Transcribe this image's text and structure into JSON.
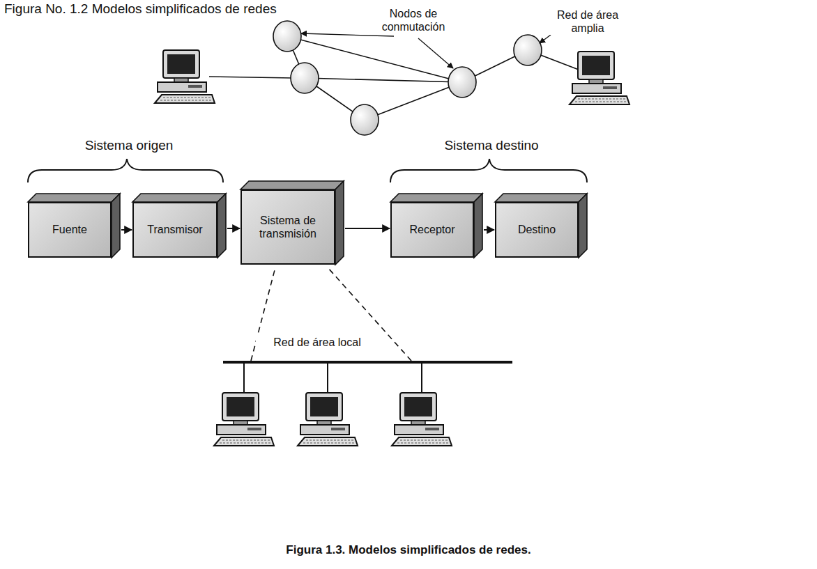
{
  "diagram": {
    "title": "Figura No. 1.2 Modelos simplificados de redes",
    "caption": "Figura 1.3. Modelos simplificados de redes.",
    "nodes": [
      {
        "text": [
          "Fuente"
        ]
      },
      {
        "text": [
          "Transmisor"
        ]
      },
      {
        "text": [
          "Sistema de transmisión"
        ]
      },
      {
        "text": [
          "Receptor"
        ]
      },
      {
        "text": [
          "Destino"
        ]
      }
    ],
    "edges": [
      {
        "from": 0,
        "to": 1,
        "arrow": "to"
      },
      {
        "from": 1,
        "to": 2,
        "arrow": "to"
      },
      {
        "from": 2,
        "to": 3,
        "arrow": "to"
      },
      {
        "from": 3,
        "to": 4,
        "arrow": "to"
      }
    ],
    "labels": [
      "Nodos de conmutación",
      "Red de área amplia",
      "Sistema origen",
      "Sistema destino",
      "Red de área local"
    ]
  }
}
